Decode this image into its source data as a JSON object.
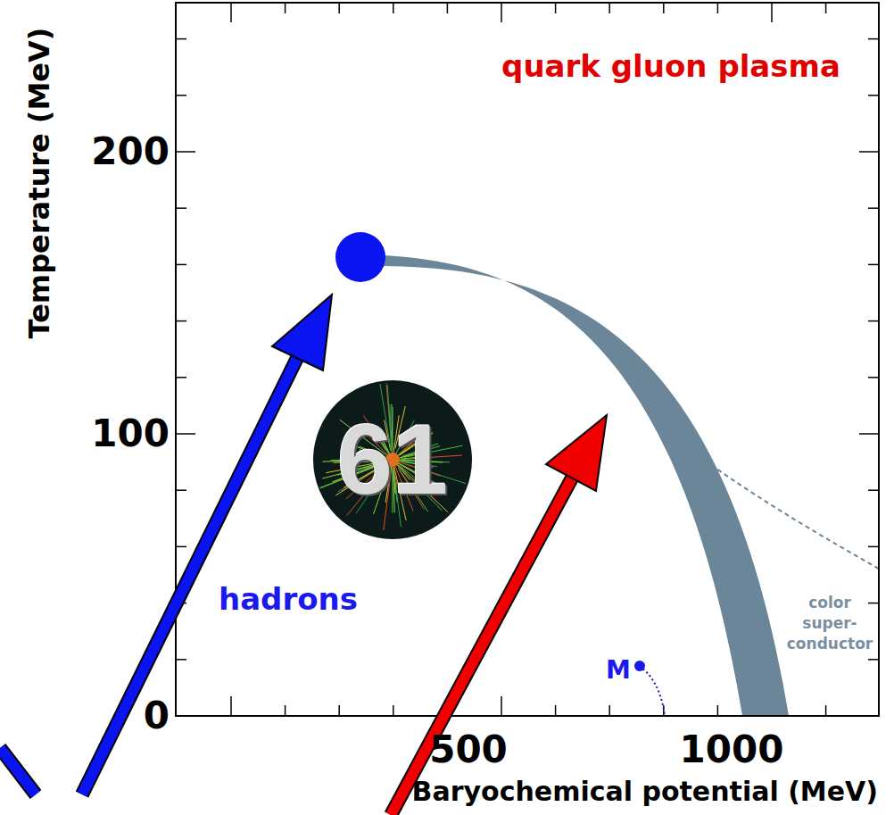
{
  "diagram": {
    "nodes": [
      {
        "text": [
          "61"
        ]
      }
    ],
    "labels": [
      "Temperature (MeV)",
      "200",
      "100",
      "0",
      "500",
      "1000",
      "Baryochemical potential (MeV)",
      "quark gluon plasma",
      "hadrons",
      "color super- conductor",
      "M"
    ]
  }
}
